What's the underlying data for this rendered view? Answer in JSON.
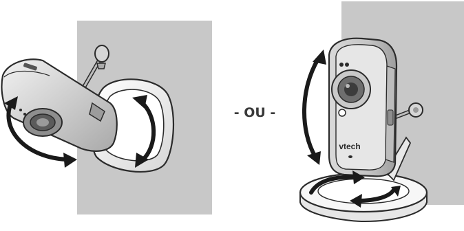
{
  "separator": "- OU -",
  "brand": "vtech",
  "icons": [
    "wall-mount-camera-tilted",
    "tabletop-camera-on-stand",
    "rotation-arrow"
  ],
  "colors": {
    "wall": "#c8c8c8",
    "outline": "#2b2b2b",
    "arrow": "#1a1a1a",
    "camera_body": "#e6e6e6",
    "camera_shade": "#b9b9b9",
    "stand": "#f1f1f1"
  }
}
